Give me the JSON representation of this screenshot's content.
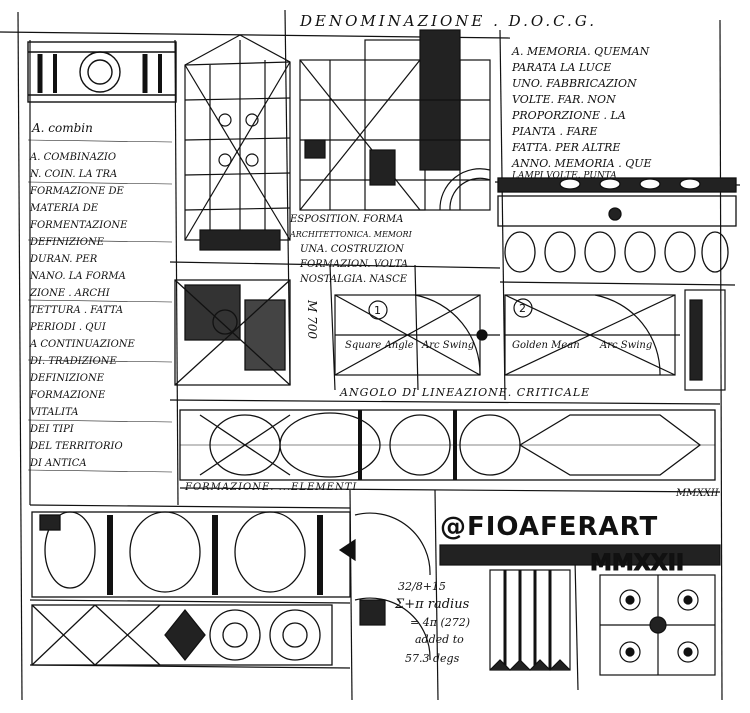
{
  "header_text": "DENOMINAZIONE . D.O.C.G.",
  "left_column_lines": [
    "A. combin",
    "A. COMBINAZIO",
    "N. COIN. LA TRA",
    "FORMAZIONE DE",
    "MATERIA DE",
    "FORMENTAZIONE",
    "DEFINIZIONE",
    "DURAN. PER",
    "NANO. LA FORMA",
    "ZIONE . ARCHI",
    "TETTURA . FATTA",
    "PERIODI . QUI",
    "A CONTINUAZIONE",
    "DI. TRADIZIONE",
    "DEFINIZIONE",
    "FORMAZIONE",
    "VITALITA",
    "DEI TIPI",
    "DEL TERRITORIO",
    "DI ANTICA"
  ],
  "right_column_lines": [
    "A. MEMORIA. QUEMAN",
    "PARATA LA LUCE",
    "UNO. FABBRICAZION",
    "VOLTE. FAR. NON",
    "PROPORZIONE . LA",
    "PIANTA . FARE",
    "FATTA. PER ALTRE",
    "ANNO. MEMORIA . QUE",
    "LAMPI VOLTE. PUNTA"
  ],
  "center_block_lines": [
    "ESPOSITION. FORMA",
    "ARCHITETTONICA. MEMORI",
    "UNA. COSTRUZION",
    "FORMAZION. VOLTA",
    "NOSTALGIA. NASCE"
  ],
  "diagram_1": {
    "number": "1",
    "left_label": "Square Angle",
    "right_label": "Arc Swing"
  },
  "diagram_2": {
    "number": "2",
    "left_label": "Golden Mean",
    "right_label": "Arc Swing"
  },
  "vertical_label": "M 700",
  "angle_caption": "ANGOLO DI LINEAZIONE. CRITICALE",
  "formation_caption": "FORMAZIONE. ...ELEMENTI",
  "roman_date_small": "MMXXII",
  "signature": "@FIOAFERART",
  "roman_date_large": "MMXXII",
  "math_notes": [
    "32/8+15",
    "Σ+π radius",
    "= 4π (272)",
    "added to",
    "57.3 degs"
  ]
}
